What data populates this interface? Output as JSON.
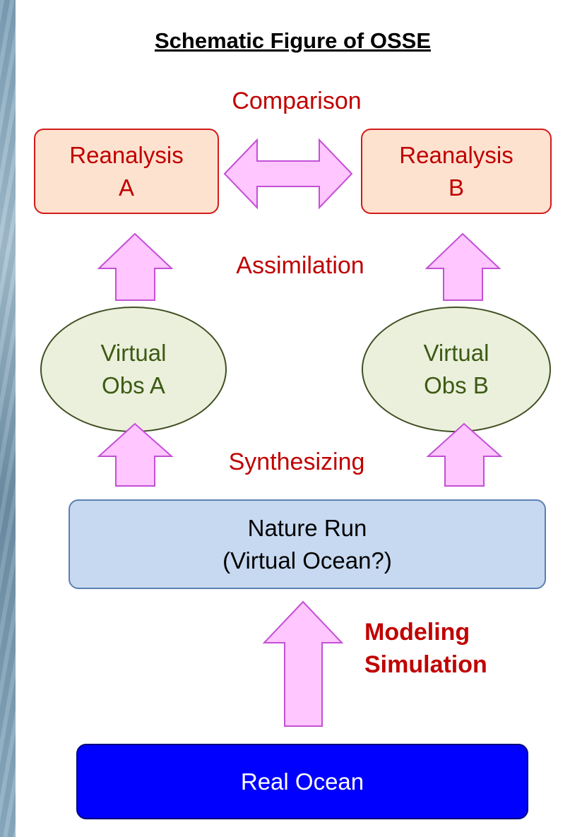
{
  "title": "Schematic Figure of OSSE",
  "labels": {
    "comparison": "Comparison",
    "assimilation": "Assimilation",
    "synthesizing": "Synthesizing",
    "modeling_line1": "Modeling",
    "modeling_line2": "Simulation"
  },
  "boxes": {
    "reanalysis_a": {
      "line1": "Reanalysis",
      "line2": "A"
    },
    "reanalysis_b": {
      "line1": "Reanalysis",
      "line2": "B"
    },
    "virtual_obs_a": {
      "line1": "Virtual",
      "line2": "Obs A"
    },
    "virtual_obs_b": {
      "line1": "Virtual",
      "line2": "Obs B"
    },
    "nature_run": {
      "line1": "Nature Run",
      "line2": "(Virtual Ocean?)"
    },
    "real_ocean": {
      "label": "Real Ocean"
    }
  },
  "colors": {
    "arrow_fill": "#ffc6ff",
    "arrow_stroke": "#c44fd6",
    "label_red": "#c00000"
  }
}
